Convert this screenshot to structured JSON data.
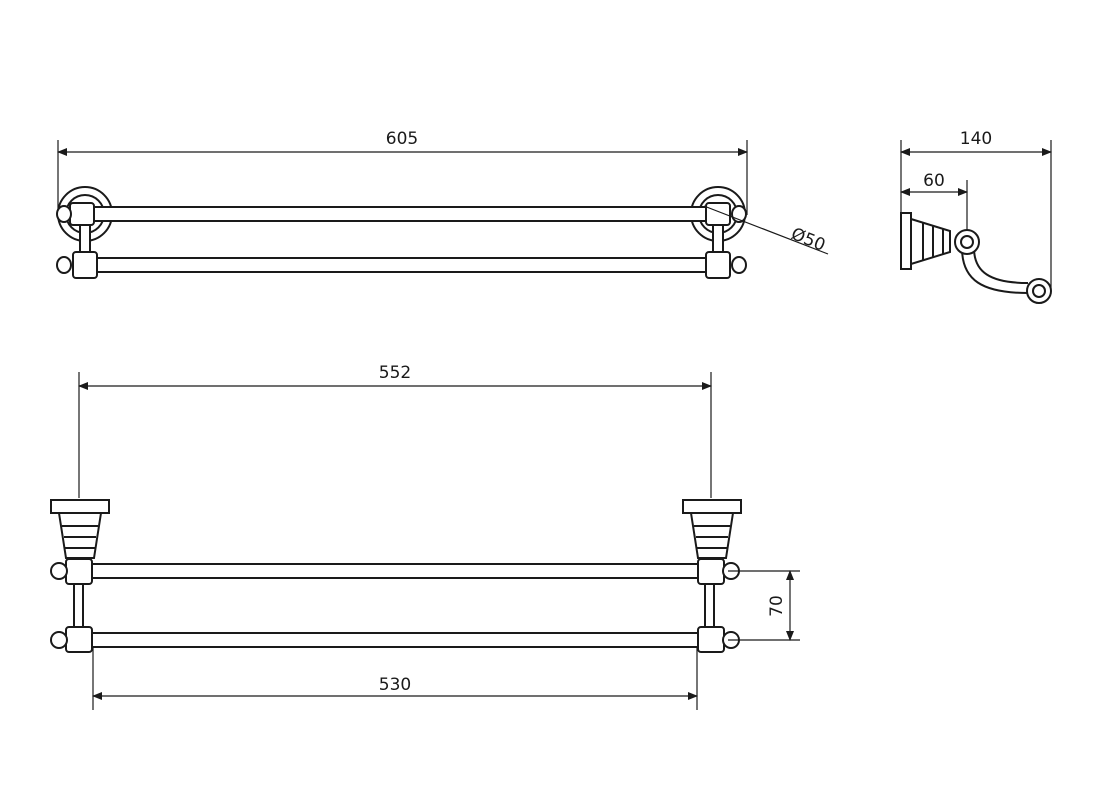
{
  "dimensions": {
    "overall_width": "605",
    "rosette_diameter": "Ø50",
    "projection": "140",
    "inner_projection": "60",
    "bracket_span": "552",
    "rail_spacing": "70",
    "rail_length": "530"
  }
}
